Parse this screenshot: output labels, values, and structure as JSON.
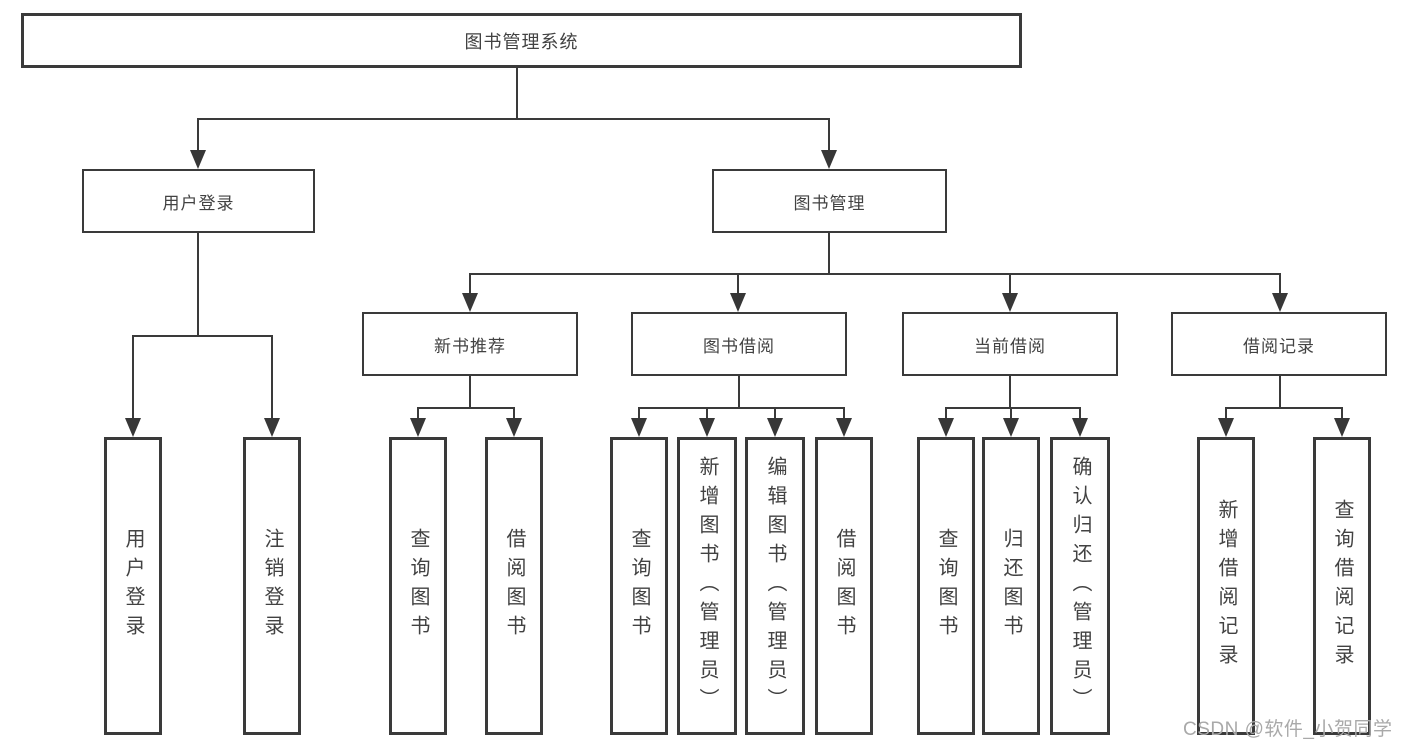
{
  "diagram": {
    "type": "hierarchy-tree",
    "nodes": {
      "root": {
        "label": "图书管理系统"
      },
      "user_login": {
        "label": "用户登录"
      },
      "book_mgmt": {
        "label": "图书管理"
      },
      "new_book_rec": {
        "label": "新书推荐"
      },
      "book_borrow": {
        "label": "图书借阅"
      },
      "current_borrow": {
        "label": "当前借阅"
      },
      "borrow_record": {
        "label": "借阅记录"
      },
      "leaf_user_login": {
        "label": "用户登录"
      },
      "leaf_logout": {
        "label": "注销登录"
      },
      "leaf_query_book_1": {
        "label": "查询图书"
      },
      "leaf_borrow_book_1": {
        "label": "借阅图书"
      },
      "leaf_query_book_2": {
        "label": "查询图书"
      },
      "leaf_add_book": {
        "label": "新增图书（管理员）"
      },
      "leaf_edit_book": {
        "label": "编辑图书（管理员）"
      },
      "leaf_borrow_book_2": {
        "label": "借阅图书"
      },
      "leaf_query_book_3": {
        "label": "查询图书"
      },
      "leaf_return_book": {
        "label": "归还图书"
      },
      "leaf_confirm_return": {
        "label": "确认归还（管理员）"
      },
      "leaf_add_record": {
        "label": "新增借阅记录"
      },
      "leaf_query_record": {
        "label": "查询借阅记录"
      }
    },
    "edges": [
      [
        "root",
        "user_login"
      ],
      [
        "root",
        "book_mgmt"
      ],
      [
        "user_login",
        "leaf_user_login"
      ],
      [
        "user_login",
        "leaf_logout"
      ],
      [
        "book_mgmt",
        "new_book_rec"
      ],
      [
        "book_mgmt",
        "book_borrow"
      ],
      [
        "book_mgmt",
        "current_borrow"
      ],
      [
        "book_mgmt",
        "borrow_record"
      ],
      [
        "new_book_rec",
        "leaf_query_book_1"
      ],
      [
        "new_book_rec",
        "leaf_borrow_book_1"
      ],
      [
        "book_borrow",
        "leaf_query_book_2"
      ],
      [
        "book_borrow",
        "leaf_add_book"
      ],
      [
        "book_borrow",
        "leaf_edit_book"
      ],
      [
        "book_borrow",
        "leaf_borrow_book_2"
      ],
      [
        "current_borrow",
        "leaf_query_book_3"
      ],
      [
        "current_borrow",
        "leaf_return_book"
      ],
      [
        "current_borrow",
        "leaf_confirm_return"
      ],
      [
        "borrow_record",
        "leaf_add_record"
      ],
      [
        "borrow_record",
        "leaf_query_record"
      ]
    ]
  },
  "watermark": {
    "text": "CSDN @软件_小贺同学"
  },
  "colors": {
    "line": "#3a3a3a",
    "box_border": "#3a3a3a",
    "box_background": "#ffffff",
    "text": "#424242",
    "watermark": "#a9a9a9",
    "page_background": "#ffffff"
  }
}
